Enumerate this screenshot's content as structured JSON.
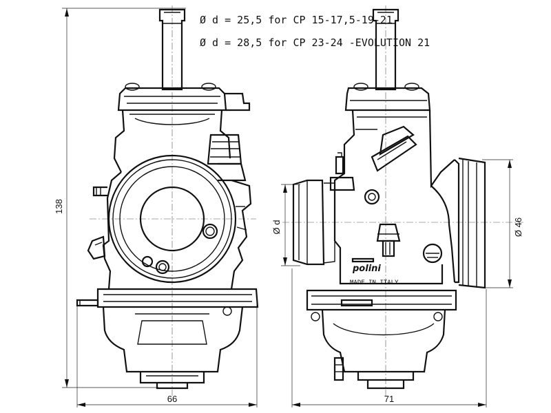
{
  "notes": {
    "line1": "Ø d = 25,5  for CP 15-17,5-19-21",
    "line2": "Ø d = 28,5  for CP 23-24 -EVOLUTION  21"
  },
  "dimensions": {
    "height": "138",
    "front_width": "66",
    "side_width": "71",
    "inlet_d": "Ø d",
    "outlet_d": "Ø 46"
  },
  "branding": {
    "logo": "polini",
    "made_in": "MADE IN ITALY"
  }
}
